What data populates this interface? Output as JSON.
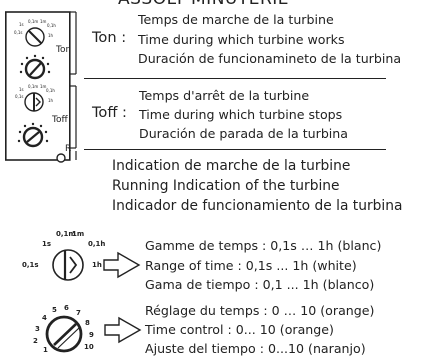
{
  "header": {
    "partial_title": "ASSOLT MINUTERIE"
  },
  "device": {
    "ton_label": "Ton",
    "toff_label": "Toff",
    "r_label": "R",
    "ton_scale_marks": [
      "0,1m",
      "1m",
      "1s",
      "0,1h",
      "1h",
      "0,1s"
    ],
    "toff_scale_marks": [
      "0,1m",
      "1m",
      "1s",
      "0,1h",
      "1h",
      "0,1s"
    ]
  },
  "ton_section": {
    "key": "Ton :",
    "lines": [
      "Temps de marche de la turbine",
      "Time during which turbine works",
      "Duración de funcionamineto de la turbina"
    ]
  },
  "toff_section": {
    "key": "Toff :",
    "lines": [
      "Temps d'arrêt de la turbine",
      "Time during which turbine stops",
      "Duración de parada de la turbina"
    ]
  },
  "r_section": {
    "lines": [
      "Indication de marche de la turbine",
      "Running Indication of the turbine",
      "Indicador de funcionamiento de la turbina"
    ]
  },
  "range_section": {
    "dial_marks": [
      "0,1m",
      "1m",
      "1s",
      "0,1h",
      "1h",
      "0,1s"
    ],
    "lines": [
      "Gamme de temps : 0,1s … 1h (blanc)",
      "Range of time : 0,1s ... 1h (white)",
      "Gama de tiempo : 0,1 ... 1h (blanco)"
    ]
  },
  "control_section": {
    "dial_marks": [
      "1",
      "2",
      "3",
      "4",
      "5",
      "6",
      "7",
      "8",
      "9",
      "10"
    ],
    "lines": [
      "Réglage du temps : 0 … 10 (orange)",
      "Time control : 0... 10 (orange)",
      "Ajuste del tiempo : 0...10 (naranjo)"
    ]
  },
  "colors": {
    "ink": "#222222",
    "background": "#ffffff"
  }
}
